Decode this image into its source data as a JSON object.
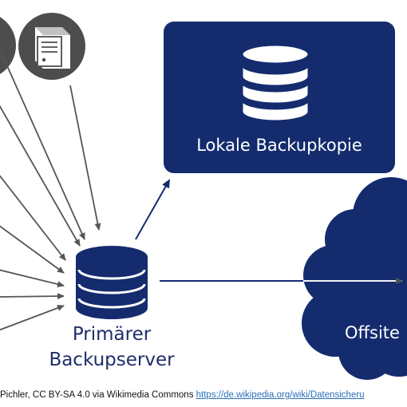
{
  "diagram": {
    "nodes": {
      "primary_server": {
        "line1": "Primärer",
        "line2": "Backupserver"
      },
      "local_copy": {
        "label": "Lokale Backupkopie"
      },
      "offsite": {
        "label": "Offsite"
      }
    },
    "icons": [
      "server-tower-icon",
      "database-icon",
      "cloud-icon"
    ]
  },
  "credit": {
    "text": "Pichler, CC BY-SA 4.0  via Wikimedia Commons ",
    "link": "https://de.wikipedia.org/wiki/Datensicheru"
  },
  "colors": {
    "navy": "#142c6e",
    "circle": "#4d4d4d",
    "arrow": "#555555",
    "link": "#2a6fb8"
  }
}
